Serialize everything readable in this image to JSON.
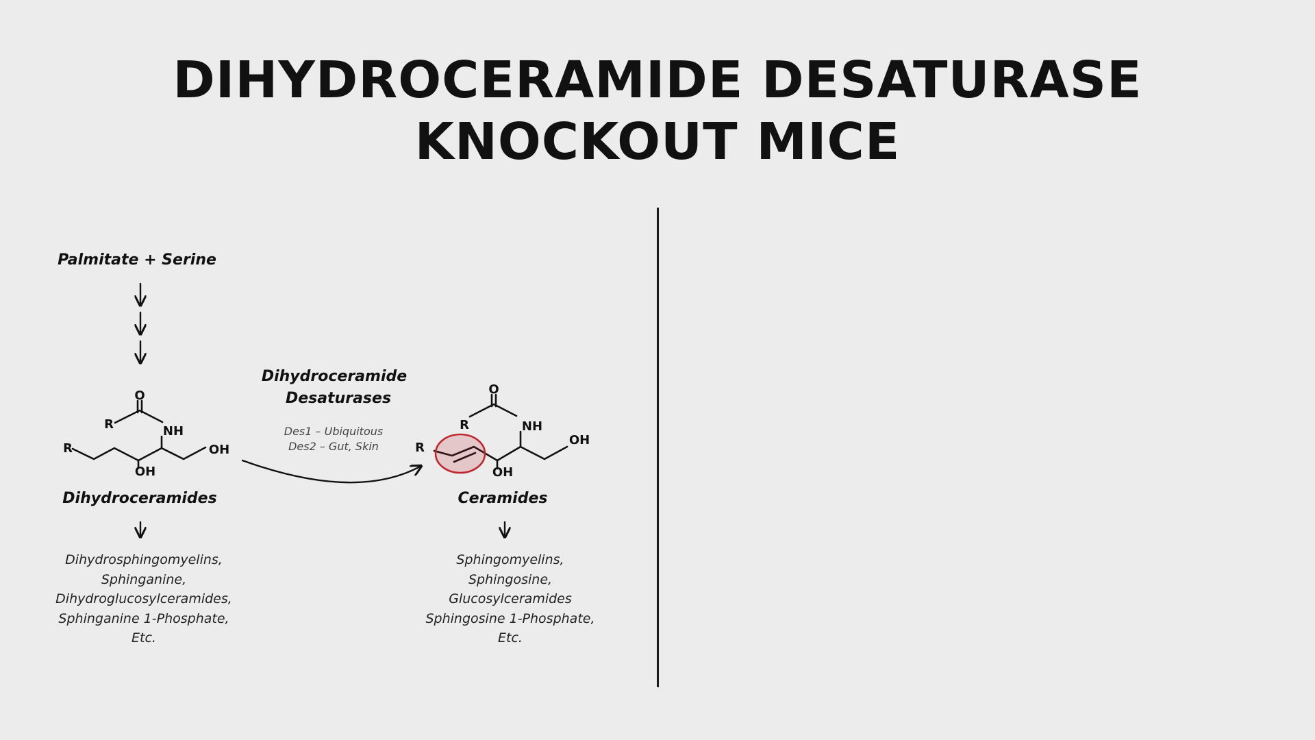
{
  "slide": {
    "title_lines": [
      "DIHYDROCERAMIDE DESATURASE",
      "KNOCKOUT MICE"
    ]
  },
  "pathway": {
    "precursor": "Palmitate + Serine",
    "enzyme_lines": [
      "Dihydroceramide",
      "Desaturases"
    ],
    "isoforms": [
      "Des1 – Ubiquitous",
      "Des2 – Gut, Skin"
    ],
    "left_compound": {
      "name": "Dihydroceramides",
      "atoms": {
        "o": "O",
        "r_acyl": "R",
        "nh": "NH",
        "r_chain": "R",
        "oh_end": "OH",
        "oh_c3": "OH"
      },
      "products": [
        "Dihydrosphingomyelins,",
        "Sphinganine,",
        "Dihydroglucosylceramides,",
        "Sphinganine 1-Phosphate,",
        "Etc."
      ]
    },
    "right_compound": {
      "name": "Ceramides",
      "atoms": {
        "o": "O",
        "r_acyl": "R",
        "nh": "NH",
        "r_chain": "R",
        "oh_end": "OH",
        "oh_c3": "OH"
      },
      "products": [
        "Sphingomyelins,",
        "Sphingosine,",
        "Glucosylceramides",
        "Sphingosine 1-Phosphate,",
        "Etc."
      ]
    },
    "highlight_color": "#c0272d"
  }
}
